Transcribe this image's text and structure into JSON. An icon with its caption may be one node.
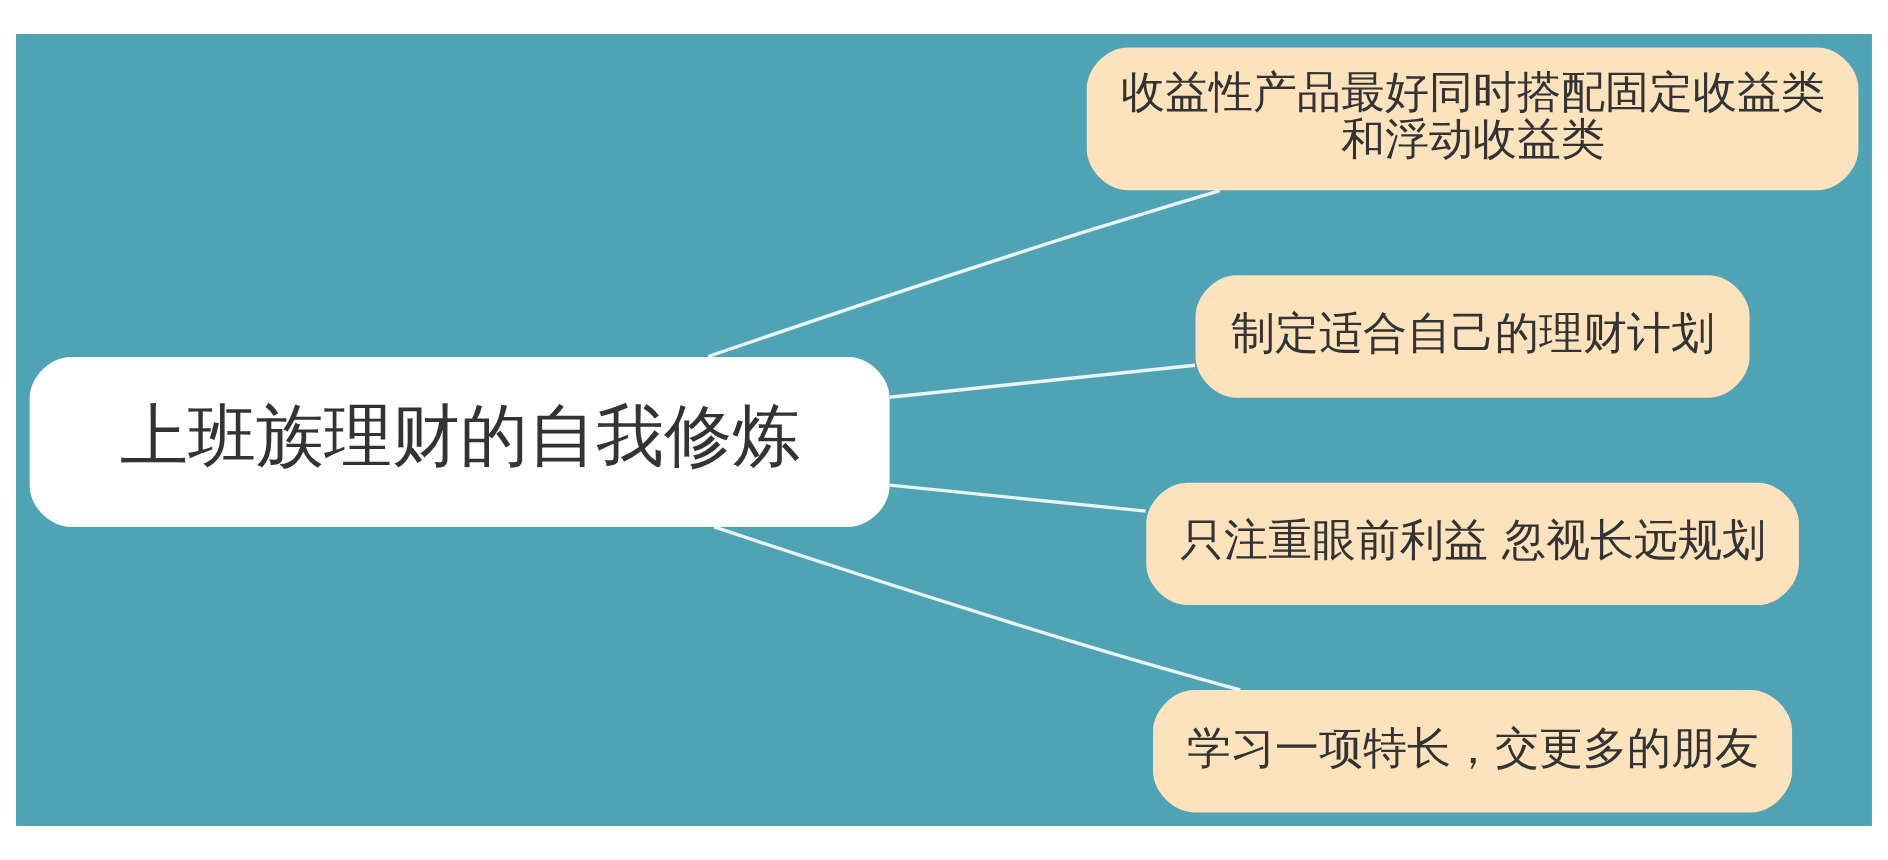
{
  "diagram": {
    "nodes": [
      {
        "text": [
          "上班族理财的自我修炼"
        ]
      },
      {
        "text": [
          "收益性产品最好同时搭配固定收益类和浮动收益类"
        ]
      },
      {
        "text": [
          "制定适合自己的理财计划"
        ]
      },
      {
        "text": [
          "只注重眼前利益 忽视长远规划"
        ]
      },
      {
        "text": [
          "学习一项特长，交更多的朋友"
        ]
      }
    ],
    "edges": [
      {
        "from": 0,
        "to": 1,
        "arrow": "none"
      },
      {
        "from": 0,
        "to": 2,
        "arrow": "none"
      },
      {
        "from": 0,
        "to": 3,
        "arrow": "none"
      },
      {
        "from": 0,
        "to": 4,
        "arrow": "none"
      }
    ]
  }
}
